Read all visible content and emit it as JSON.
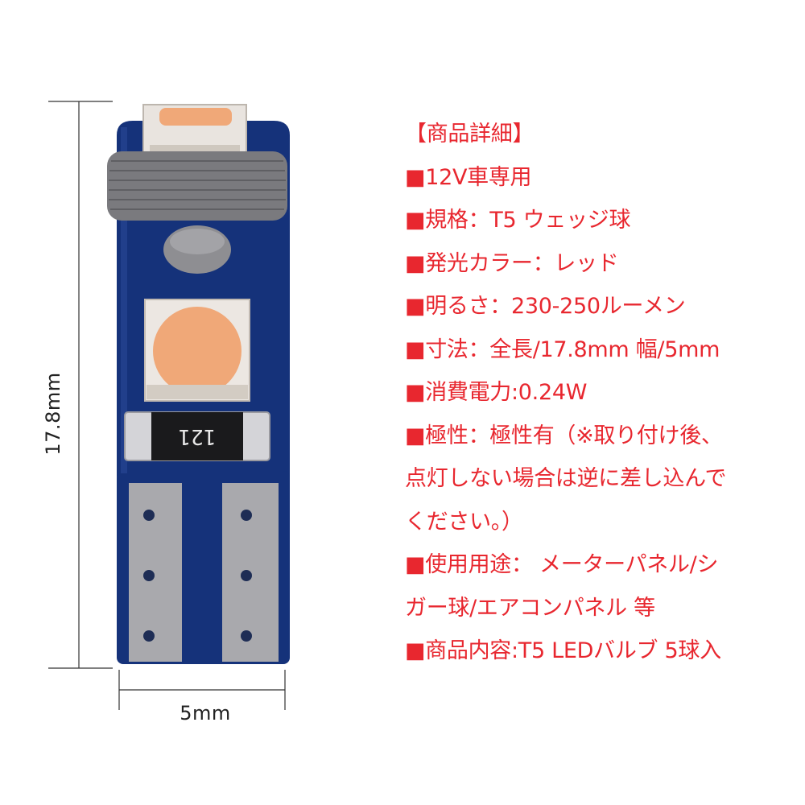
{
  "figure": {
    "height_label": "17.8mm",
    "width_label": "5mm",
    "resistor_code": "121",
    "colors": {
      "pcb": "#15327a",
      "led_chip": "#f0a878",
      "led_frame": "#e9e4df",
      "pads": "#a9a9ad",
      "base": "#7a7a7e"
    },
    "icons": [
      "led-chip-icon",
      "resistor-icon",
      "solder-pad-icon"
    ]
  },
  "specs": {
    "header": "【商品詳細】",
    "lines": [
      "■12V車専用",
      "■規格：T5 ウェッジ球",
      "■発光カラー：レッド",
      "■明るさ：230-250ルーメン",
      "■寸法：全長/17.8mm 幅/5mm",
      "■消費電力:0.24W",
      "■極性：極性有（※取り付け後、",
      "点灯しない場合は逆に差し込んで",
      "ください。）",
      "■使用用途： メーターパネル/シ",
      "ガー球/エアコンパネル 等",
      "■商品内容:T5 LEDバルブ 5球入"
    ],
    "text_color": "#e8272f"
  }
}
